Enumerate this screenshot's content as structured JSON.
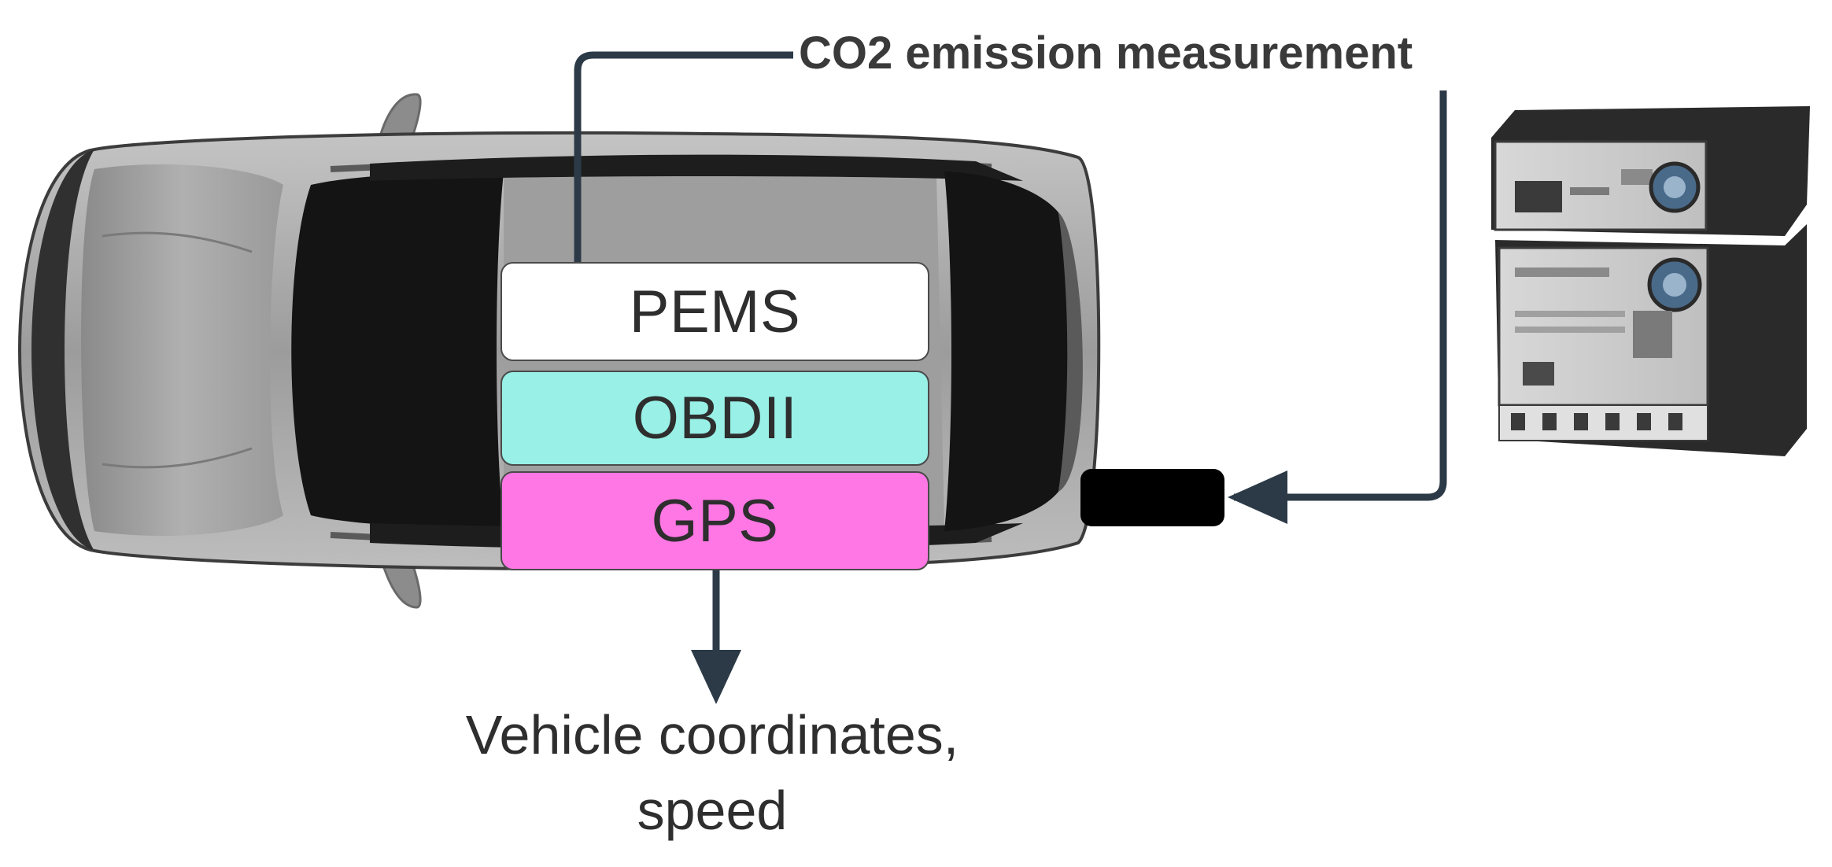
{
  "diagram": {
    "co2_label": "CO2 emission measurement",
    "modules": [
      {
        "label": "PEMS",
        "color": "#ffffff"
      },
      {
        "label": "OBDII",
        "color": "#98f0e6"
      },
      {
        "label": "GPS",
        "color": "#ff77e4"
      }
    ],
    "output_label_line1": "Vehicle coordinates,",
    "output_label_line2": "speed",
    "colors": {
      "connector": "#2c3a47",
      "text": "#2e2e2e",
      "car_body": "#9a9a9a",
      "car_glass": "#141414",
      "equipment": "#2a2a2a"
    }
  }
}
